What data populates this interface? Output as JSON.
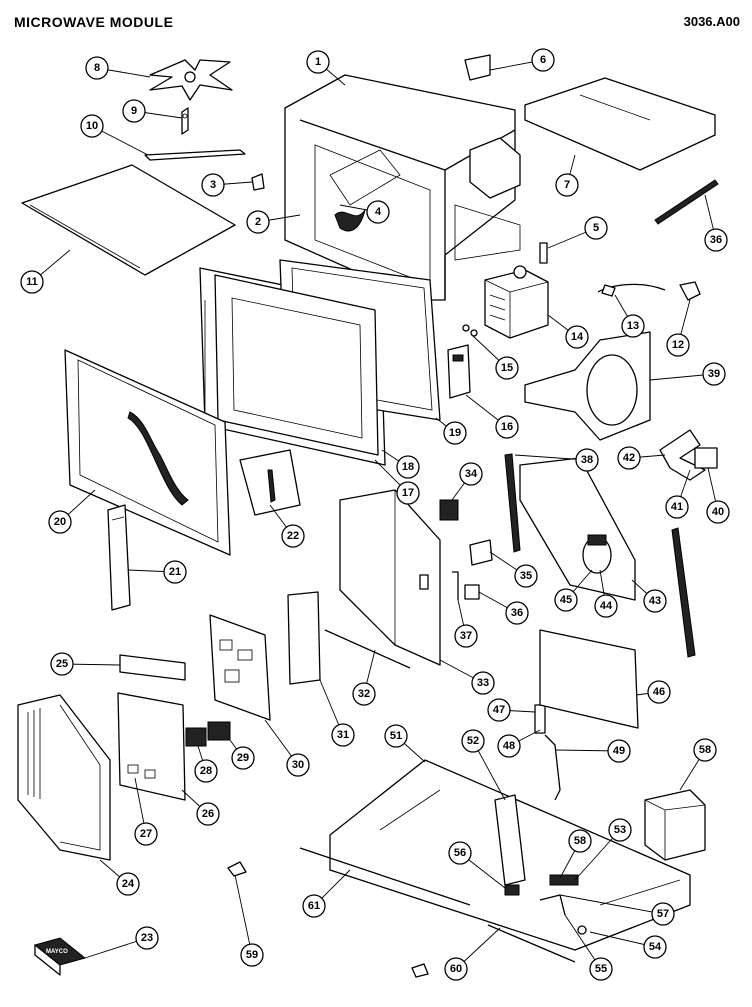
{
  "header": {
    "title": "MICROWAVE MODULE",
    "code": "3036.A00"
  },
  "box_label": "MAYCO",
  "callouts": [
    {
      "id": "1",
      "label": "1"
    },
    {
      "id": "2",
      "label": "2"
    },
    {
      "id": "3",
      "label": "3"
    },
    {
      "id": "4",
      "label": "4"
    },
    {
      "id": "5",
      "label": "5"
    },
    {
      "id": "6",
      "label": "6"
    },
    {
      "id": "7",
      "label": "7"
    },
    {
      "id": "8",
      "label": "8"
    },
    {
      "id": "9",
      "label": "9"
    },
    {
      "id": "10",
      "label": "10"
    },
    {
      "id": "11",
      "label": "11"
    },
    {
      "id": "12",
      "label": "12"
    },
    {
      "id": "13",
      "label": "13"
    },
    {
      "id": "14",
      "label": "14"
    },
    {
      "id": "15",
      "label": "15"
    },
    {
      "id": "16",
      "label": "16"
    },
    {
      "id": "17",
      "label": "17"
    },
    {
      "id": "18",
      "label": "18"
    },
    {
      "id": "19",
      "label": "19"
    },
    {
      "id": "20",
      "label": "20"
    },
    {
      "id": "21",
      "label": "21"
    },
    {
      "id": "22",
      "label": "22"
    },
    {
      "id": "23",
      "label": "23"
    },
    {
      "id": "24",
      "label": "24"
    },
    {
      "id": "25",
      "label": "25"
    },
    {
      "id": "26",
      "label": "26"
    },
    {
      "id": "27",
      "label": "27"
    },
    {
      "id": "28",
      "label": "28"
    },
    {
      "id": "29",
      "label": "29"
    },
    {
      "id": "30",
      "label": "30"
    },
    {
      "id": "31",
      "label": "31"
    },
    {
      "id": "32",
      "label": "32"
    },
    {
      "id": "33",
      "label": "33"
    },
    {
      "id": "34",
      "label": "34"
    },
    {
      "id": "35",
      "label": "35"
    },
    {
      "id": "36a",
      "label": "36"
    },
    {
      "id": "36b",
      "label": "36"
    },
    {
      "id": "37",
      "label": "37"
    },
    {
      "id": "38",
      "label": "38"
    },
    {
      "id": "39",
      "label": "39"
    },
    {
      "id": "40",
      "label": "40"
    },
    {
      "id": "41",
      "label": "41"
    },
    {
      "id": "42",
      "label": "42"
    },
    {
      "id": "43",
      "label": "43"
    },
    {
      "id": "44",
      "label": "44"
    },
    {
      "id": "45",
      "label": "45"
    },
    {
      "id": "46",
      "label": "46"
    },
    {
      "id": "47",
      "label": "47"
    },
    {
      "id": "48",
      "label": "48"
    },
    {
      "id": "49",
      "label": "49"
    },
    {
      "id": "51",
      "label": "51"
    },
    {
      "id": "52",
      "label": "52"
    },
    {
      "id": "53",
      "label": "53"
    },
    {
      "id": "54",
      "label": "54"
    },
    {
      "id": "55",
      "label": "55"
    },
    {
      "id": "56",
      "label": "56"
    },
    {
      "id": "57",
      "label": "57"
    },
    {
      "id": "58a",
      "label": "58"
    },
    {
      "id": "58b",
      "label": "58"
    },
    {
      "id": "59",
      "label": "59"
    },
    {
      "id": "60",
      "label": "60"
    },
    {
      "id": "61",
      "label": "61"
    }
  ]
}
